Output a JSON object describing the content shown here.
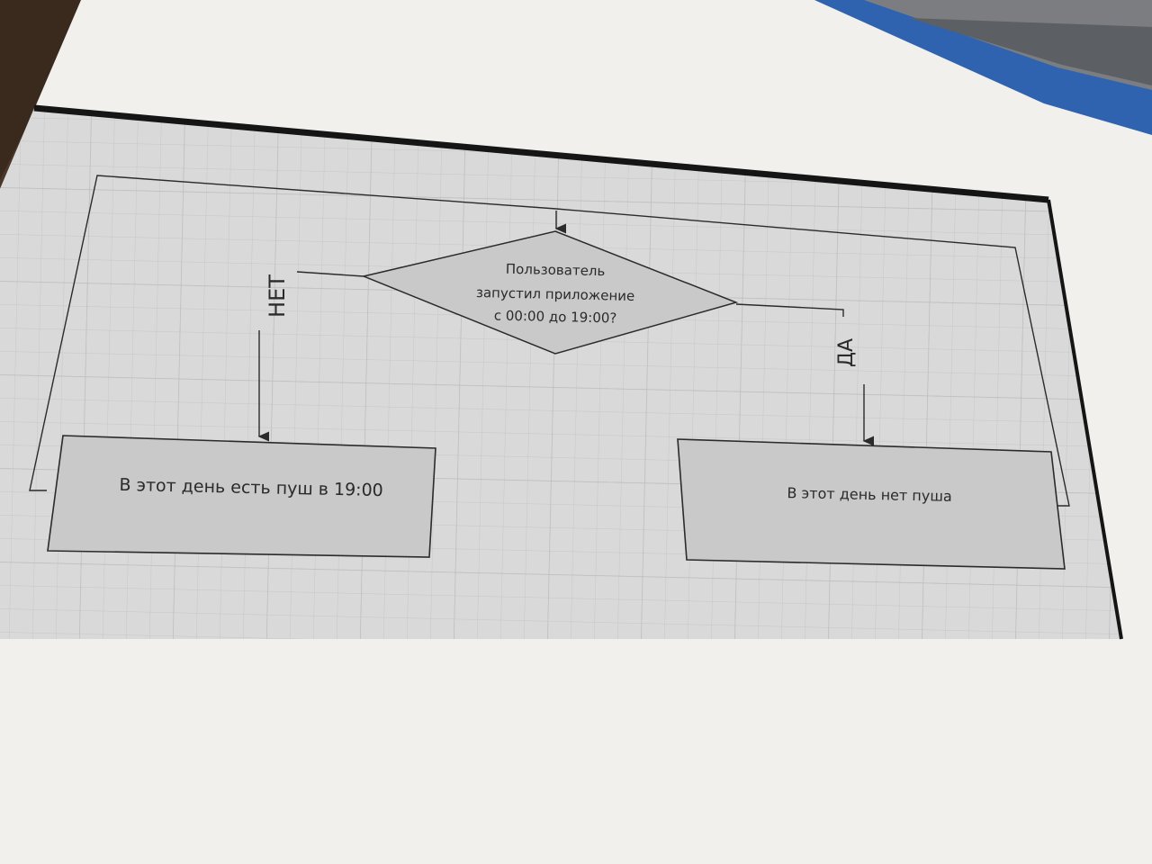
{
  "diagram": {
    "decision": {
      "lines": [
        "Пользователь",
        "запустил приложение",
        "с 00:00 до 19:00?"
      ]
    },
    "branch_no": {
      "label": "НЕТ"
    },
    "branch_yes": {
      "label": "ДА"
    },
    "box_left": {
      "text": "В этот день есть пуш в 19:00"
    },
    "box_right": {
      "text": "В этот день нет пуша"
    }
  },
  "colors": {
    "table": "#4a3728",
    "paper": "#f1f0ed",
    "grid_area": "#d9d9d9",
    "grid_line": "#c6c6c6",
    "shape_fill": "#c9c9c9",
    "stroke": "#2b2b2b",
    "laptop": "#2f63b0"
  }
}
